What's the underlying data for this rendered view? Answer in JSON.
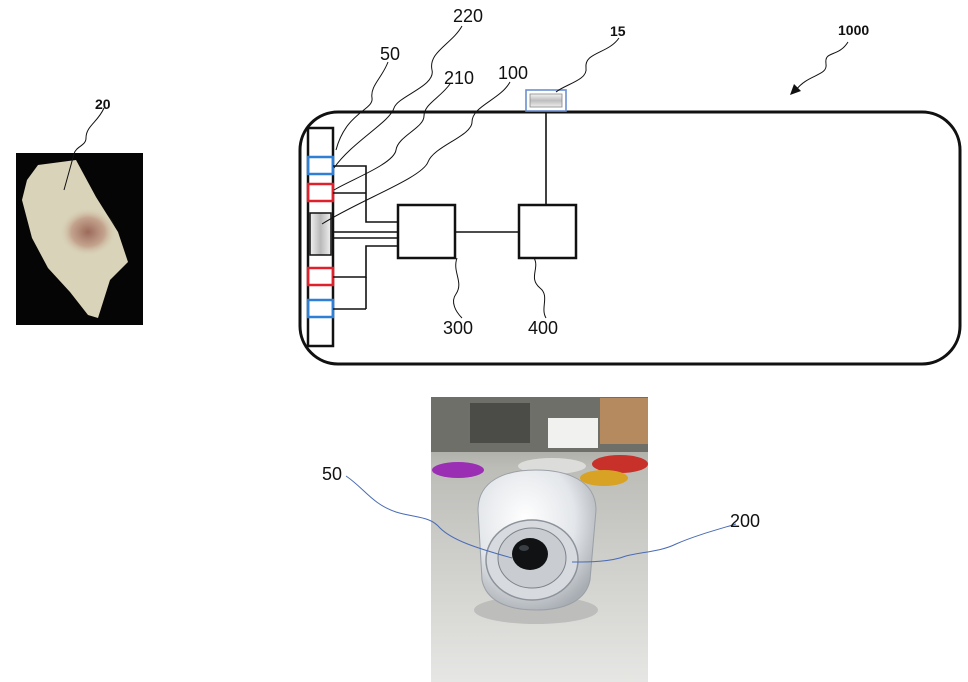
{
  "labels": {
    "sample": "20",
    "housing_side": "50",
    "led_array_220": "220",
    "led_array_210": "210",
    "camera_100": "100",
    "window_15": "15",
    "device_1000": "1000",
    "controller_300": "300",
    "processor_400": "400",
    "photo_side": "50",
    "photo_lens": "200"
  },
  "colors": {
    "outline": "#111111",
    "led_blue": "#2f7fd6",
    "led_red": "#e0202a",
    "leader_blue": "#4a6bb5"
  }
}
